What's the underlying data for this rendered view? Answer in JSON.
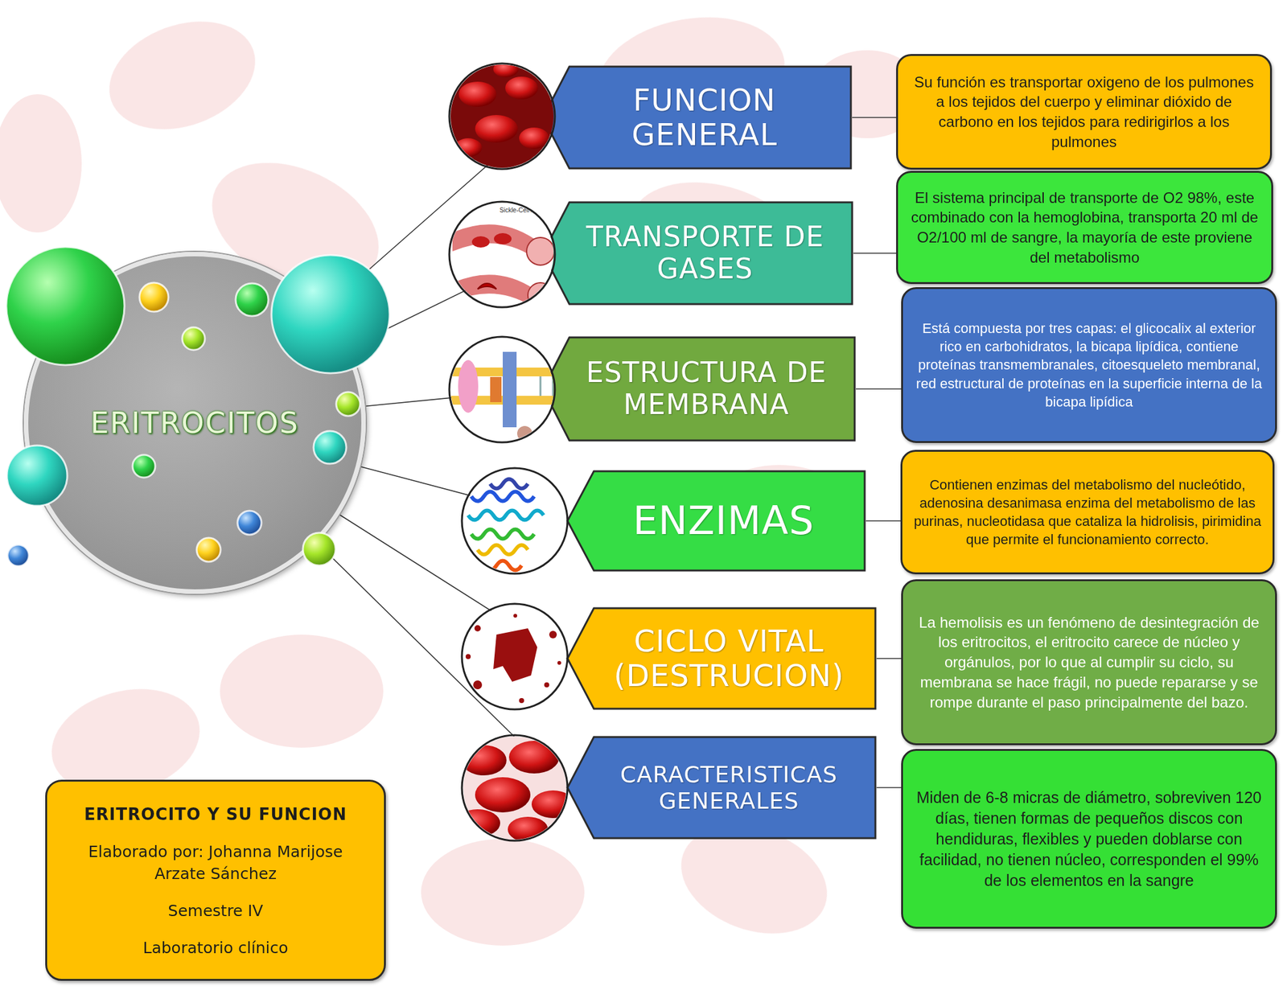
{
  "diagram": {
    "nodes": [
      {
        "text": [
          "ERITROCITOS"
        ]
      },
      {
        "text": [
          "FUNCION GENERAL"
        ]
      },
      {
        "text": [
          "Su función es transportar oxigeno de los pulmones a los tejidos del cuerpo y eliminar dióxido de carbono en los tejidos para redirigirlos a los pulmones"
        ]
      },
      {
        "text": [
          "TRANSPORTE DE GASES"
        ]
      },
      {
        "text": [
          "El sistema principal de transporte de O2 98%, este combinado con la hemoglobina, transporta 20 ml de O2/100 ml de sangre, la mayoría de este proviene del metabolismo"
        ]
      },
      {
        "text": [
          "ESTRUCTURA DE MEMBRANA"
        ]
      },
      {
        "text": [
          "Está compuesta por tres capas: el glicocalix al exterior rico en carbohidratos, la bicapa lipídica, contiene proteínas transmembranales, citoesqueleto membranal, red estructural de proteínas en la superficie interna de la bicapa lipídica"
        ]
      },
      {
        "text": [
          "ENZIMAS"
        ]
      },
      {
        "text": [
          "Contienen enzimas del metabolismo del nucleótido, adenosina desanimasa enzima del metabolismo de las purinas, nucleotidasa que cataliza la hidrolisis, pirimidina que permite el funcionamiento correcto."
        ]
      },
      {
        "text": [
          "CICLO VITAL (DESTRUCION)"
        ]
      },
      {
        "text": [
          "La hemolisis es un fenómeno de desintegración de los eritrocitos, el eritrocito carece de núcleo y orgánulos, por lo que al cumplir su ciclo, su membrana se hace frágil, no puede repararse y se rompe durante el paso principalmente del bazo."
        ]
      },
      {
        "text": [
          "CARACTERISTICAS GENERALES"
        ]
      },
      {
        "text": [
          "Miden de 6-8 micras de diámetro, sobreviven 120 días, tienen formas de pequeños discos con hendiduras, flexibles y pueden doblarse con facilidad, no tienen núcleo, corresponden el 99% de los elementos en la sangre"
        ]
      },
      {
        "text": [
          "ERITROCITO Y SU FUNCION",
          "Elaborado por: Johanna Marijose Arzate Sánchez",
          "Semestre IV",
          "Laboratorio clínico"
        ]
      }
    ],
    "edges": [
      {
        "from": 0,
        "to": 1,
        "arrow": "none"
      },
      {
        "from": 0,
        "to": 3,
        "arrow": "none"
      },
      {
        "from": 0,
        "to": 5,
        "arrow": "none"
      },
      {
        "from": 0,
        "to": 7,
        "arrow": "none"
      },
      {
        "from": 0,
        "to": 9,
        "arrow": "none"
      },
      {
        "from": 0,
        "to": 11,
        "arrow": "none"
      },
      {
        "from": 1,
        "to": 2,
        "arrow": "none"
      },
      {
        "from": 3,
        "to": 4,
        "arrow": "none"
      },
      {
        "from": 5,
        "to": 6,
        "arrow": "none"
      },
      {
        "from": 7,
        "to": 8,
        "arrow": "none"
      },
      {
        "from": 9,
        "to": 10,
        "arrow": "none"
      },
      {
        "from": 11,
        "to": 12,
        "arrow": "none"
      }
    ],
    "labels": [
      "Sickle-Cell Anemia"
    ]
  }
}
